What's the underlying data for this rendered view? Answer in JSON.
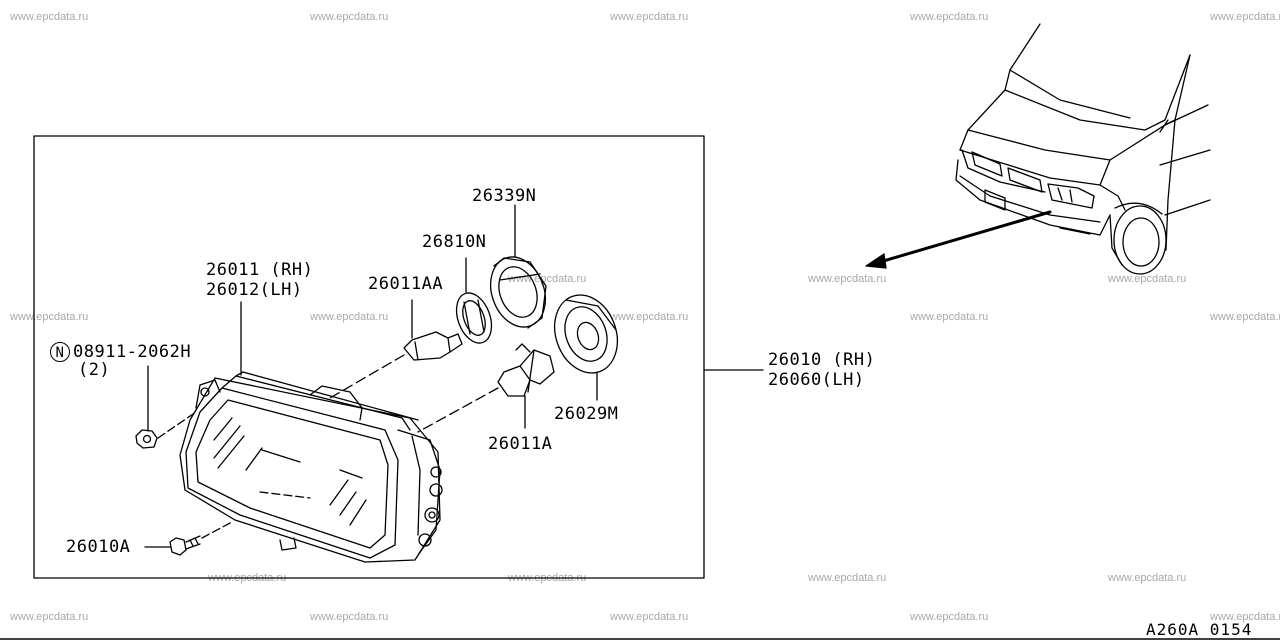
{
  "watermark": "www.epcdata.ru",
  "labels": {
    "p26339N": "26339N",
    "p26810N": "26810N",
    "p26011AA": "26011AA",
    "p26011": "26011 (RH)",
    "p26012": "26012(LH)",
    "pN_mark": "N",
    "p08911": "08911-2062H",
    "p08911_qty": "(2)",
    "p26010RH": "26010 (RH)",
    "p26060LH": "26060(LH)",
    "p26029M": "26029M",
    "p26011A": "26011A",
    "p26010A": "26010A"
  },
  "diagram_code": "A260A 0154"
}
